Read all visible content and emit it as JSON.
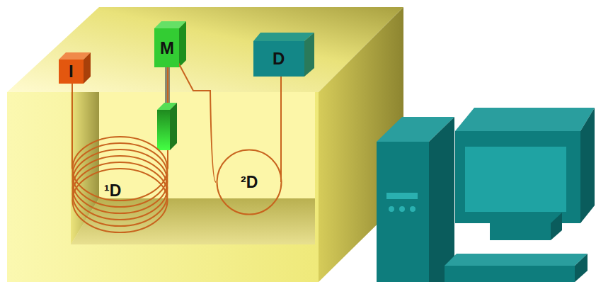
{
  "diagram": {
    "nodes": [
      {
        "text": [
          "I"
        ]
      },
      {
        "text": [
          "M"
        ]
      },
      {
        "text": [
          "D"
        ]
      },
      {
        "text": [
          "¹D"
        ]
      },
      {
        "text": [
          "²D"
        ]
      }
    ],
    "edges": [
      {
        "from": 0,
        "to": 3,
        "arrow": "none"
      },
      {
        "from": 3,
        "to": 1,
        "arrow": "none"
      },
      {
        "from": 1,
        "to": 4,
        "arrow": "none"
      },
      {
        "from": 4,
        "to": 2,
        "arrow": "none"
      }
    ]
  }
}
